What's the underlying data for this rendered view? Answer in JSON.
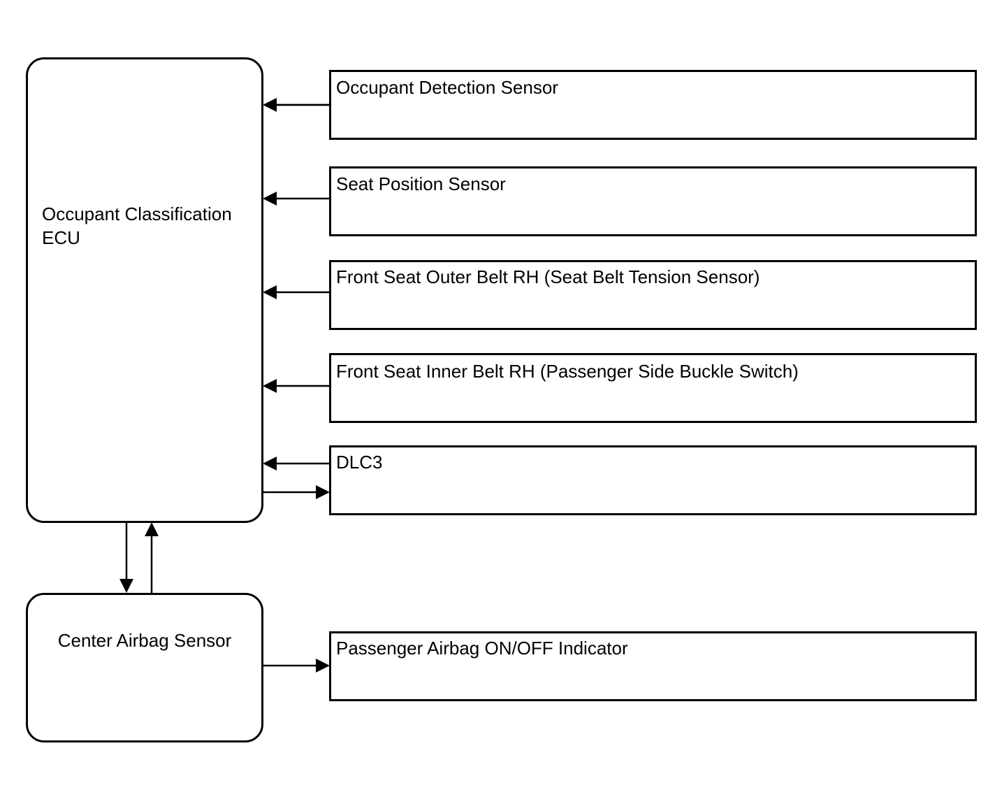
{
  "ecu": {
    "label": "Occupant Classification ECU"
  },
  "center_airbag_sensor": {
    "label": "Center Airbag Sensor"
  },
  "components": [
    {
      "label": "Occupant Detection Sensor"
    },
    {
      "label": "Seat Position Sensor"
    },
    {
      "label": "Front Seat Outer Belt RH (Seat Belt Tension Sensor)"
    },
    {
      "label": "Front Seat Inner Belt RH (Passenger Side Buckle Switch)"
    },
    {
      "label": "DLC3"
    },
    {
      "label": "Passenger Airbag ON/OFF Indicator"
    }
  ],
  "colors": {
    "line": "#000000",
    "background": "#ffffff"
  }
}
